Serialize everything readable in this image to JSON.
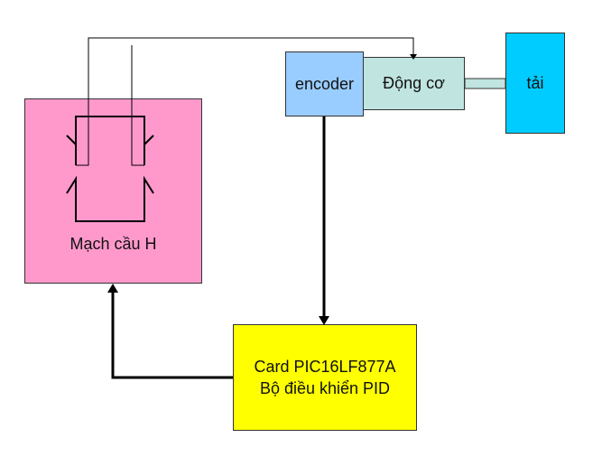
{
  "blocks": {
    "h_bridge": {
      "label": "Mạch cầu H",
      "color": "#ff99cc"
    },
    "encoder": {
      "label": "encoder",
      "color": "#99ccff"
    },
    "motor": {
      "label": "Động cơ",
      "color": "#c0e4e0"
    },
    "load": {
      "label": "tải",
      "color": "#00ccff"
    },
    "controller": {
      "line1": "Card PIC16LF877A",
      "line2": "Bộ điều khiển PID",
      "color": "#ffff00"
    }
  }
}
